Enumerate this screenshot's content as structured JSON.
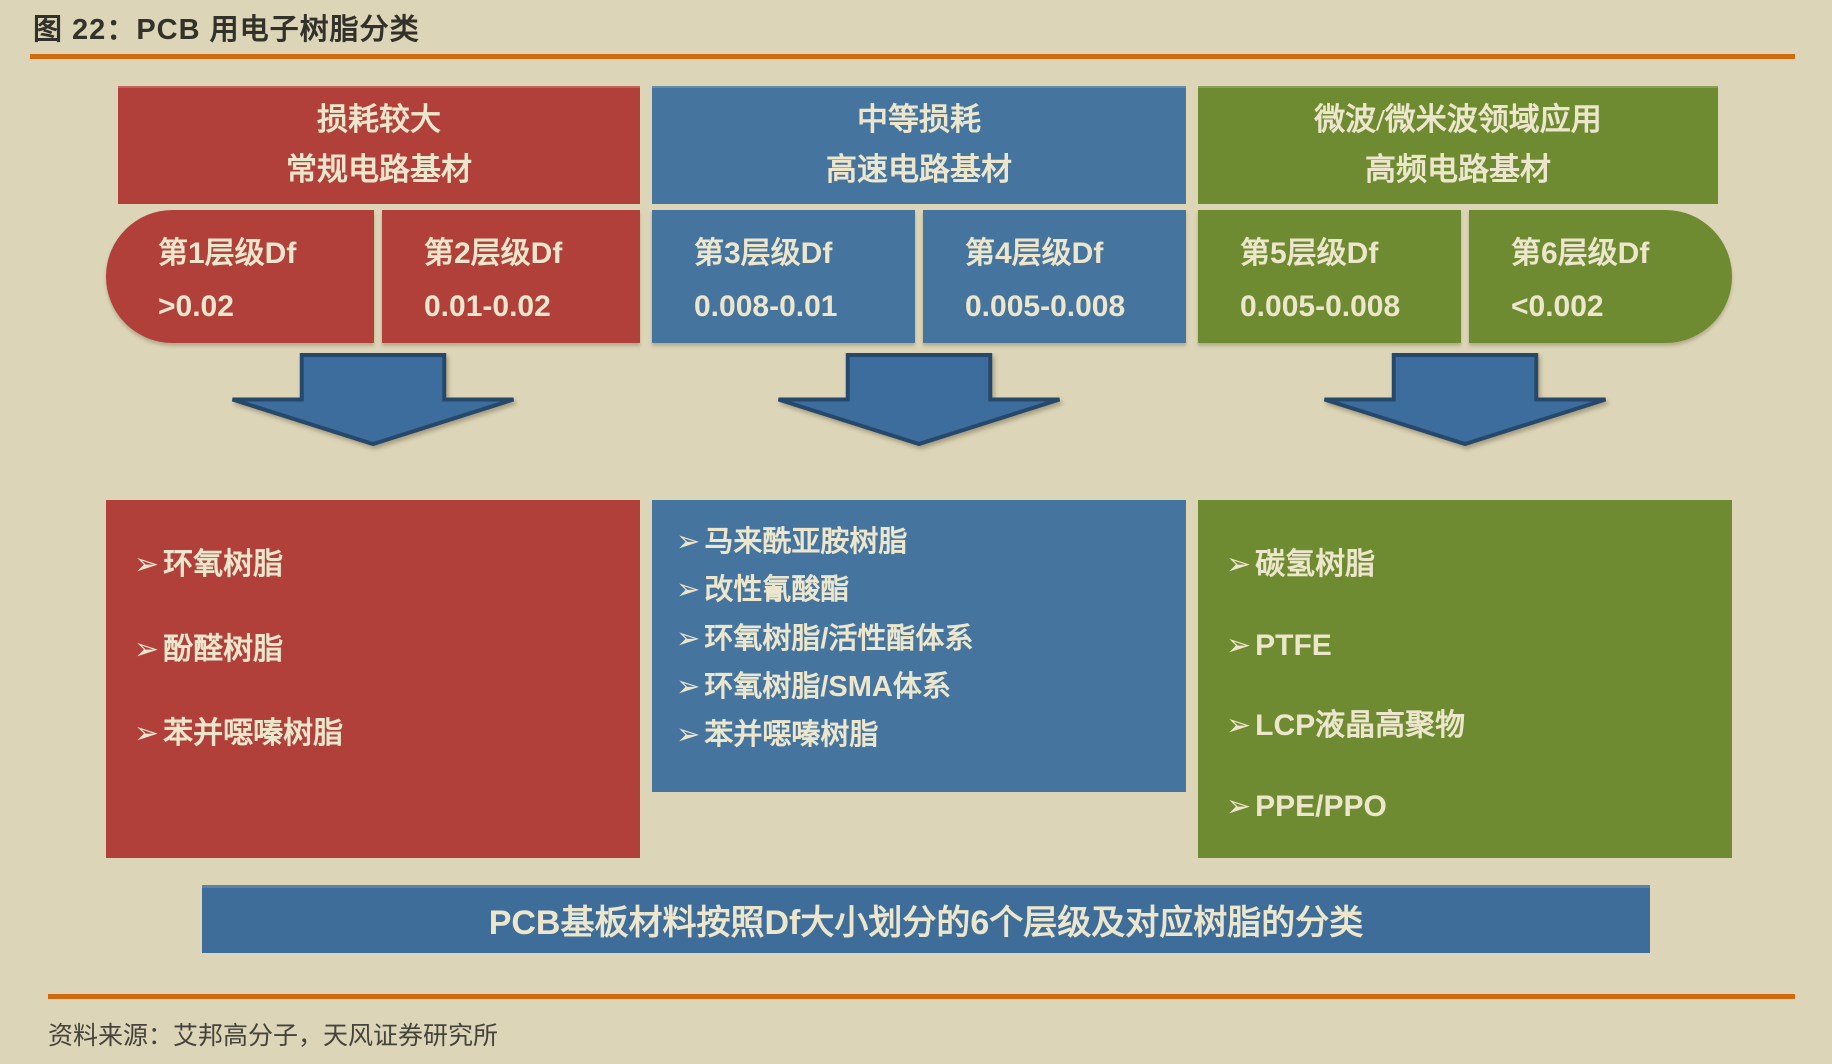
{
  "figure": {
    "title": "图 22：PCB 用电子树脂分类",
    "banner": "PCB基板材料按照Df大小划分的6个层级及对应树脂的分类",
    "source": "资料来源：艾邦高分子，天风证券研究所"
  },
  "bullet": "➢",
  "colors": {
    "background": "#dcd5b7",
    "red": "#b2403a",
    "blue": "#45749f",
    "green": "#6f8b31",
    "banner_blue": "#3e6d99",
    "arrow_fill": "#3d6d9c",
    "arrow_stroke": "#26486b",
    "cream": "#ece6cc",
    "rule_orange": "#d1690e"
  },
  "columns": [
    {
      "color": "red",
      "header": [
        "损耗较大",
        "常规电路基材"
      ],
      "levels": [
        {
          "name": "第1层级Df",
          "range": ">0.02"
        },
        {
          "name": "第2层级Df",
          "range": "0.01-0.02"
        }
      ],
      "resins": [
        "环氧树脂",
        "酚醛树脂",
        "苯并噁嗪树脂"
      ]
    },
    {
      "color": "blue",
      "header": [
        "中等损耗",
        "高速电路基材"
      ],
      "levels": [
        {
          "name": "第3层级Df",
          "range": "0.008-0.01"
        },
        {
          "name": "第4层级Df",
          "range": "0.005-0.008"
        }
      ],
      "resins": [
        "马来酰亚胺树脂",
        "改性氰酸酯",
        "环氧树脂/活性酯体系",
        "环氧树脂/SMA体系",
        "苯并噁嗪树脂"
      ]
    },
    {
      "color": "green",
      "header": [
        "微波/微米波领域应用",
        "高频电路基材"
      ],
      "levels": [
        {
          "name": "第5层级Df",
          "range": "0.005-0.008"
        },
        {
          "name": "第6层级Df",
          "range": "<0.002"
        }
      ],
      "resins": [
        "碳氢树脂",
        "PTFE",
        "LCP液晶高聚物",
        "PPE/PPO"
      ]
    }
  ]
}
